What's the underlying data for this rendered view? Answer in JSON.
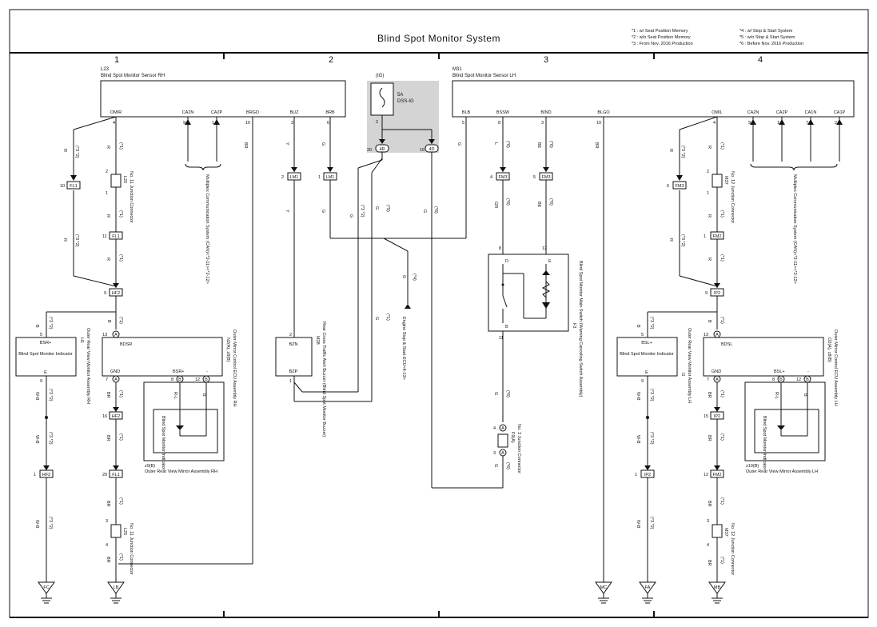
{
  "title": "Blind Spot Monitor System",
  "notes_left": [
    "*1 : w/ Seat Position Memory",
    "*2 : w/o Seat Position Memory",
    "*3 : From Nov. 2016 Production"
  ],
  "notes_right": [
    "*4 : w/ Stop & Start System",
    "*5 : w/o Stop & Start System",
    "*6 : Before Nov. 2016 Production"
  ],
  "columns": [
    "1",
    "2",
    "3",
    "4"
  ],
  "sensor_rh": {
    "code": "L23",
    "name": "Blind Spot Monitor Sensor RH",
    "pins": [
      "OMIR",
      "CA2N",
      "CA2P",
      "BRGD",
      "BUZ",
      "BRB"
    ],
    "pin_numbers": [
      "4",
      "9",
      "1",
      "10",
      "3",
      "6"
    ]
  },
  "sensor_lh": {
    "code": "M31",
    "name": "Blind Spot Monitor Sensor LH",
    "pins": [
      "BLB",
      "BSSW",
      "BIND",
      "BLGO",
      "OMIL",
      "CA2N",
      "CA2P",
      "CA1N",
      "CA1P"
    ],
    "pin_numbers": [
      "5",
      "8",
      "3",
      "10",
      "4",
      "9",
      "1",
      "7",
      "2"
    ]
  },
  "fuse": {
    "label": "(IG)",
    "amp": "5A",
    "name": "DSS-IG",
    "pin": "2",
    "left_connector": "4R",
    "left_pin": "20",
    "right_connector": "4D",
    "right_pin": "16"
  },
  "can_rh": "Multiplex Communication System (CAN)<*2-11><*2-12>",
  "can_lh": "Multiplex Communication System (CAN)<*2-11><*2-12>",
  "jc_rh": {
    "code": "L25",
    "name": "No. 11 Junction Connector"
  },
  "jc_lh": {
    "code": "M37",
    "name": "No. 12 Junction Connector"
  },
  "jc3": {
    "code": "F9(A)",
    "name": "No. 3 Junction Connector"
  },
  "connectors": {
    "fl1": "FL1",
    "hf2": "HF2",
    "lm1": "LM1",
    "fm3": "FM3",
    "fm2": "FM2",
    "ip2": "IP2"
  },
  "indicator_rh": {
    "code": "H1",
    "name": "Outer Rear View Monitor Assembly RH",
    "label": "Blind Spot Monitor Indicator",
    "pin_top": "BSR+",
    "pin_bot": "E"
  },
  "indicator_lh": {
    "code": "I1",
    "name": "Outer Rear View Monitor Assembly LH",
    "label": "Blind Spot Monitor Indicator",
    "pin_top": "BSL+",
    "pin_bot": "E"
  },
  "ecu_rh": {
    "code": "N2(A), z8(B)",
    "name": "Outer Mirror Control ECU Assembly RH",
    "pins": [
      "BDSR",
      "GND",
      "BSR+",
      "-"
    ]
  },
  "ecu_lh": {
    "code": "O2(A), z8(B)",
    "name": "Outer Mirror Control ECU Assembly LH",
    "pins": [
      "BDSL",
      "GND",
      "BSL+",
      "-"
    ]
  },
  "mirror_rh": {
    "code": "z9(B)",
    "name": "Outer Rear View Mirror Assembly RH",
    "label": "Blind Spot Monitor Indicator"
  },
  "mirror_lh": {
    "code": "z10(B)",
    "name": "Outer Rear View Mirror Assembly LH",
    "label": "Blind Spot Monitor Indicator"
  },
  "buzzer": {
    "code": "M28",
    "name": "Rear Cross Traffic Alert Buzzer (Blind Spot Monitor Buzzer)",
    "pin_top": "BZN",
    "pin_bot": "BZP"
  },
  "main_switch": {
    "code": "F3",
    "name": "Blind Spot Monitor Main Switch (Warning Canceling Switch Assembly)",
    "pins": [
      "D",
      "E",
      "B"
    ]
  },
  "engine_ecu": "Engine Stop & Start ECU<4-13>",
  "grounds": [
    "FC",
    "LB",
    "MC",
    "FA",
    "MB"
  ]
}
